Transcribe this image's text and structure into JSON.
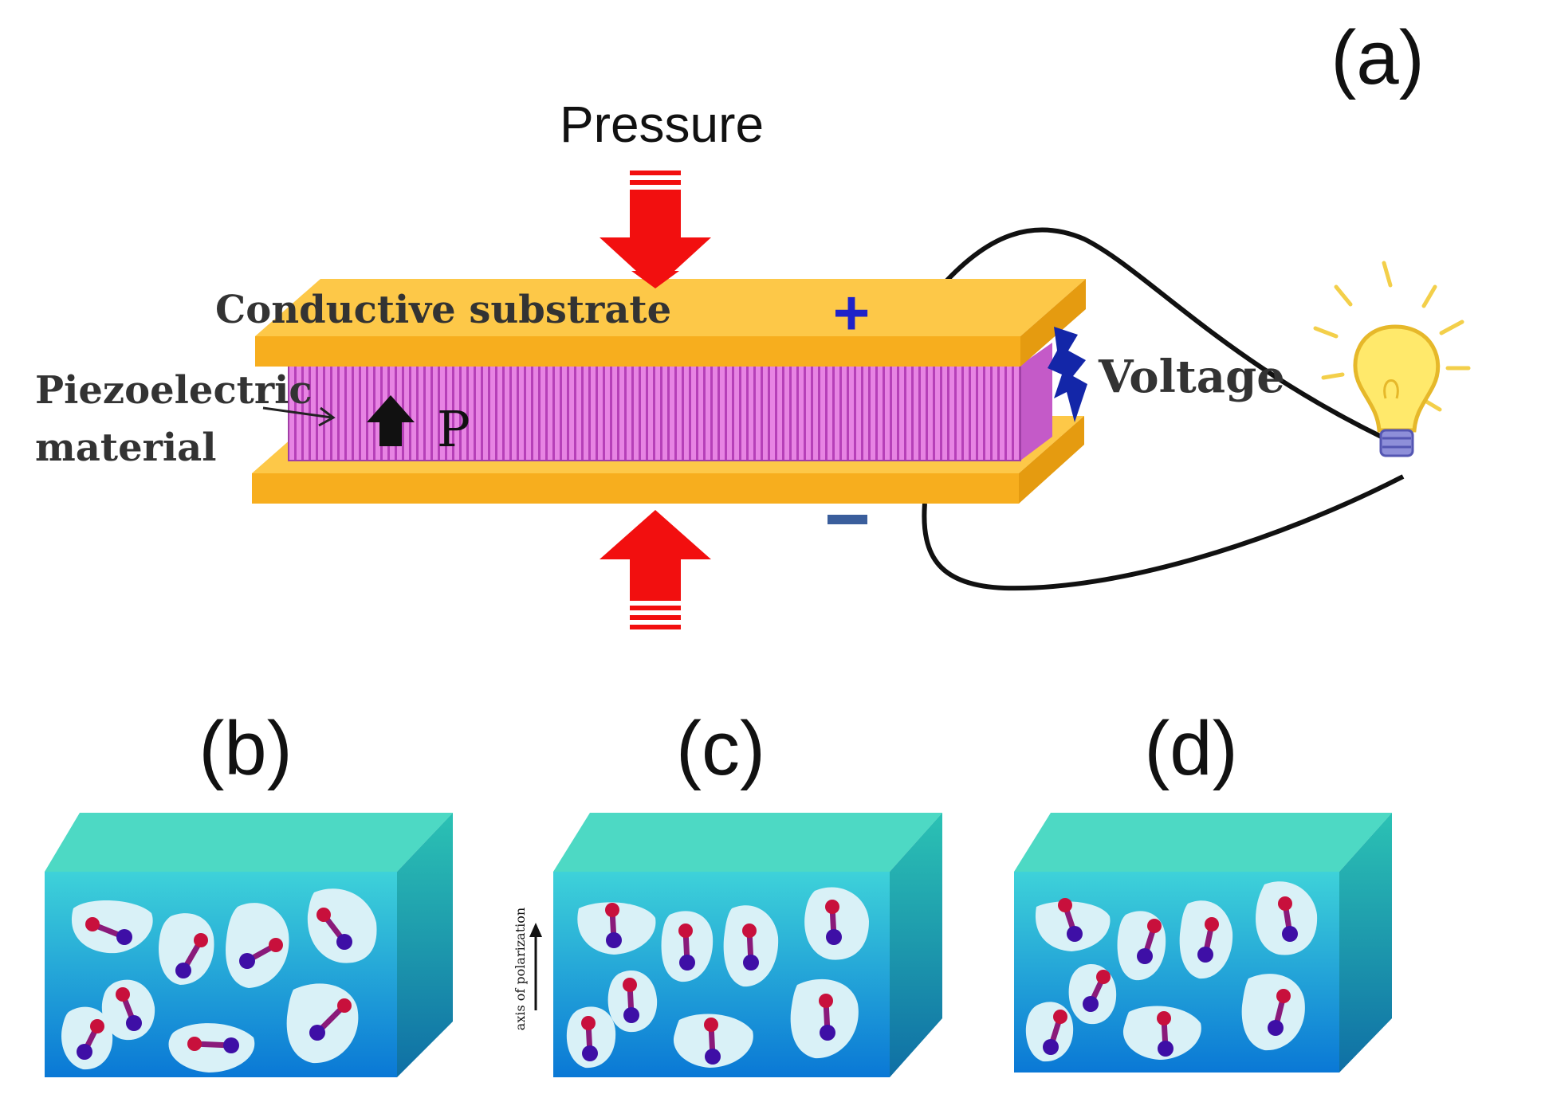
{
  "panel_a": {
    "label": "(a)",
    "pressure_label": "Pressure",
    "substrate_label": "Conductive substrate",
    "plus_sign": "+",
    "minus_sign": "−",
    "voltage_label": "Voltage",
    "material_label_line1": "Piezoelectric",
    "material_label_line2": "material",
    "polarization_label": "P",
    "colors": {
      "substrate": "#FBB829",
      "piezo": "#D867D8",
      "arrow": "#F20F0F",
      "plus": "#1F22C9",
      "minus": "#3A5E9C",
      "bolt": "#1326A8",
      "bulb": "#FFE14D"
    }
  },
  "panel_b": {
    "label": "(b)"
  },
  "panel_c": {
    "label": "(c)",
    "axis_label": "axis of polarization"
  },
  "panel_d": {
    "label": "(d)"
  },
  "block_colors": {
    "top": "#4DD9C4",
    "front_top": "#3ED2D9",
    "front_bottom": "#0A78D6",
    "side": "#1FA4A4",
    "grain": "#D9F1F7",
    "atom_red": "#C8103C",
    "atom_purple": "#3E0FA6"
  }
}
